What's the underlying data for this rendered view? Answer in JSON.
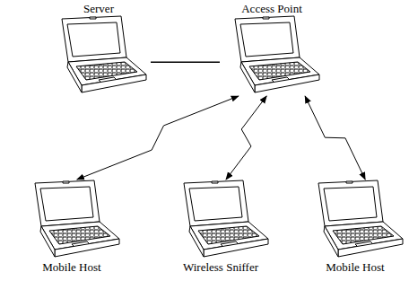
{
  "diagram": {
    "nodes": [
      {
        "text": [
          "Server"
        ]
      },
      {
        "text": [
          "Access Point"
        ]
      },
      {
        "text": [
          "Mobile Host"
        ]
      },
      {
        "text": [
          "Wireless Sniffer"
        ]
      },
      {
        "text": [
          "Mobile Host"
        ]
      }
    ],
    "edges": [
      {
        "from": 0,
        "to": 1,
        "arrow": "none"
      },
      {
        "from": 1,
        "to": 2,
        "arrow": "both"
      },
      {
        "from": 1,
        "to": 3,
        "arrow": "both"
      },
      {
        "from": 1,
        "to": 4,
        "arrow": "both"
      }
    ]
  }
}
